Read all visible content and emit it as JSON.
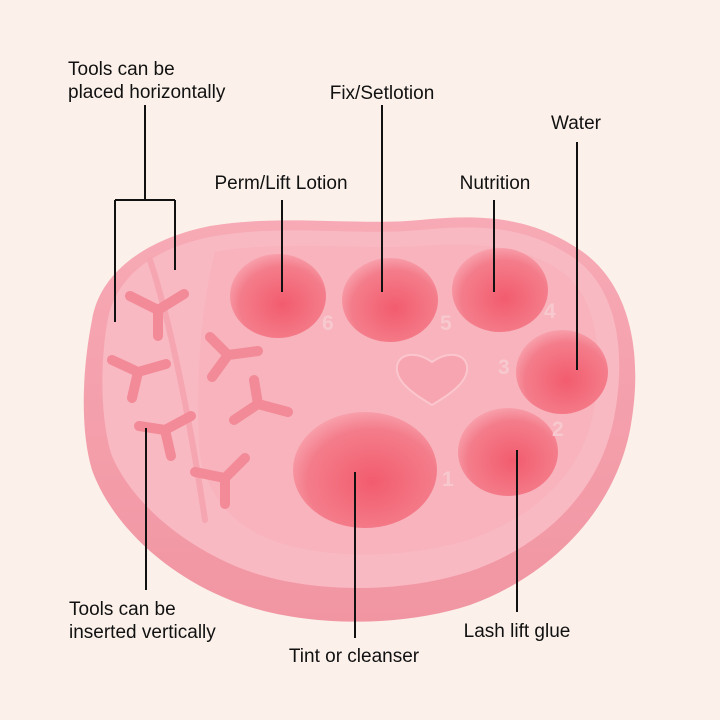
{
  "labels": {
    "tools_horizontal": "Tools can be\nplaced horizontally",
    "fix_setlotion": "Fix/Setlotion",
    "water": "Water",
    "perm_lift": "Perm/Lift Lotion",
    "nutrition": "Nutrition",
    "tools_vertical": "Tools can be\ninserted vertically",
    "tint_cleanser": "Tint or cleanser",
    "lash_glue": "Lash lift glue"
  },
  "well_numbers": [
    "1",
    "2",
    "3",
    "4",
    "5",
    "6"
  ],
  "colors": {
    "background": "#fbf1ea",
    "tray": "#f9b7c0",
    "tray_side": "#f4a3ae",
    "well": "#f3707f",
    "line": "#111111"
  }
}
